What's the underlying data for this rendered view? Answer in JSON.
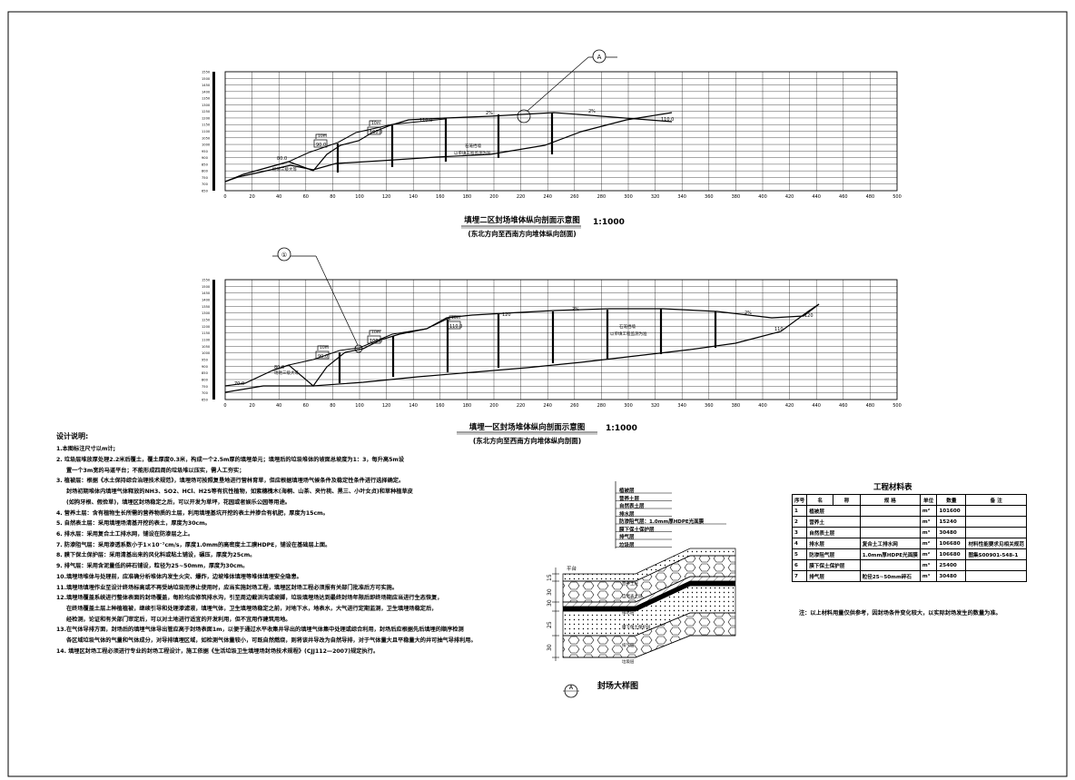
{
  "upper_section": {
    "title": "填埋二区封场堆体纵向剖面示意图",
    "subtitle": "(东北方向至西南方向堆体纵向剖面)",
    "scale": "1:1000",
    "detail_callout": "A",
    "y_ticks": [
      "1550",
      "1500",
      "1450",
      "1400",
      "1350",
      "1300",
      "1250",
      "1200",
      "1150",
      "1100",
      "1050",
      "1000",
      "950",
      "900",
      "850",
      "800",
      "750",
      "700",
      "650"
    ],
    "x_ticks": [
      "0",
      "20",
      "40",
      "60",
      "80",
      "100",
      "120",
      "140",
      "160",
      "180",
      "200",
      "220",
      "240",
      "260",
      "280",
      "300",
      "320",
      "340",
      "360",
      "380",
      "400",
      "420",
      "440",
      "460",
      "480",
      "500"
    ],
    "elevations": [
      "80.0",
      "90.0",
      "100.0",
      "110.0",
      "110.0"
    ],
    "berm_labels": [
      "10m",
      "10m",
      "10m"
    ],
    "slope_labels": [
      "2%",
      "2%"
    ],
    "annotations": [
      "石笼挡墙",
      "以单填工程监测为准",
      "场地三级大等"
    ]
  },
  "lower_section": {
    "title": "填埋一区封场堆体纵向剖面示意图",
    "subtitle": "(东北方向至西南方向堆体纵向剖面)",
    "scale": "1:1000",
    "detail_callout": "①",
    "y_ticks": [
      "1550",
      "1500",
      "1450",
      "1400",
      "1350",
      "1300",
      "1250",
      "1200",
      "1150",
      "1100",
      "1050",
      "1000",
      "950",
      "900",
      "850",
      "800",
      "750",
      "700",
      "650"
    ],
    "x_ticks": [
      "0",
      "20",
      "40",
      "60",
      "80",
      "100",
      "120",
      "140",
      "160",
      "180",
      "200",
      "220",
      "240",
      "260",
      "280",
      "300",
      "320",
      "340",
      "360",
      "380",
      "400",
      "420",
      "440",
      "460",
      "480",
      "500"
    ],
    "elevations": [
      "70.0",
      "80.0",
      "90.0",
      "100.0",
      "110.0",
      "120",
      "110",
      "120"
    ],
    "berm_labels": [
      "10m",
      "10m",
      "10m"
    ],
    "slope_labels": [
      "2%",
      "2%"
    ],
    "annotations": [
      "石笼挡墙",
      "以单填工程监测为准",
      "场地三级大等"
    ]
  },
  "design_notes": {
    "heading": "设计说明:",
    "lines": [
      "1.本图标注尺寸以m计;",
      "2. 垃圾层堆放厚处理2.2米后覆土，覆土厚度0.3米，构成一个2.5m厚的填埋单元；填埋后的垃圾堆体的坡面总坡度为1：3，每升高5m设",
      "   置一个3m宽的马道平台；不能形成四周的垃圾堆以压实，需人工夯实；",
      "3. 植被层：根据《水土保持综合治理技术规范》，填埋场可按照复垦地进行营林育草，但应根据填埋场气候条件及稳定性条件进行选择确定。",
      "   封场初期堆体内填埋气体释放的NH3、SO2、HCl、H2S等有抗性植物，如紫穗槐木(海桐、山茶、夹竹桃、黑三、小叶女贞)和草种植草皮",
      "   (如狗牙根、假俭草)，填埋区封场稳定之后，可以开发为草坪，花园或者娱乐公园等用途。",
      "4. 营养土层：含有植物生长所需的营养物质的土层，利用填埋基坑开挖的表土并掺合有机肥，厚度为15cm。",
      "5. 自然表土层：采用填埋场清基开挖的表土，厚度为30cm。",
      "6. 排水层：采用复合土工排水网，铺设在防渗层之上。",
      "7. 防渗阻气层：采用渗透系数小于1×10⁻⁷cm/s，厚度1.0mm的高密度土工膜HDPE，铺设在基础层上面。",
      "8. 膜下保土保护层：采用清基出来的风化料或粘土铺设，碾压，厚度为25cm。",
      "9. 排气层：采用含泥量低的碎石铺设，粒径为25~50mm，厚度为30cm。",
      "10.填埋场堆体与处理前，应准确分析堆体内发生火灾、爆炸，边坡堆体填埋等堆体填埋安全隐患。",
      "11.填埋场填埋作业至设计终场标高或不再受纳垃圾而停止使用时，应当实施封场工程，填埋区封场工程必须报有关部门批准后方可实施。",
      "12.填埋场覆盖系统进行整体表面的封场覆盖，每阶均应修筑排水沟，引至周边截洪沟或坡脚，垃圾填埋场达到最终封场年限后即终场期应当进行生态恢复，",
      "   在终场覆盖土层上种植植被，继续引导和处理渗滤液，填埋气体，卫生填埋场稳定之前，对地下水，地表水，大气进行定期监测，卫生填埋场稳定后，",
      "   经检测，论证和有关部门审定后，可以对土地进行适宜的开发利用，但不宜用作建筑用地。",
      "13.在气体导排方面，封场后的填埋气体导出管应高于封场表面1m，以便于通过水平收集井导出的填埋气体集中处理或综合利用，封场后应根据先后填埋的顺序检测",
      "   各区域垃圾气体的气量和气体成分，对导排填埋区域，如检测气体量较小，可既自然燃烧，则将该井导改为自然导排，对于气体量大且平稳量大的井可抽气导排利用。",
      "14. 填埋区封场工程必须进行专业的封场工程设计，施工依据《生活垃圾卫生填埋场封场技术规程》(CJJ112—2007)规定执行。"
    ]
  },
  "seal_detail": {
    "title": "封场大样图",
    "callout": "A",
    "platform_label": "平台",
    "layers": [
      "植被层",
      "营养土层",
      "自然表土层",
      "排水层",
      "防渗阻气层：1.0mm厚HDPE光面膜",
      "膜下保土保护层",
      "排气层",
      "垃圾层"
    ],
    "dims": [
      "15",
      "30",
      "25",
      "30",
      "30"
    ]
  },
  "materials_table": {
    "title": "工程材料表",
    "headers": [
      "序号",
      "名",
      "称",
      "规 格",
      "单位",
      "数量",
      "备 注"
    ],
    "rows": [
      {
        "no": "1",
        "name": "植被层",
        "spec": "",
        "unit": "m²",
        "qty": "101600",
        "remark": ""
      },
      {
        "no": "2",
        "name": "营养土",
        "spec": "",
        "unit": "m³",
        "qty": "15240",
        "remark": ""
      },
      {
        "no": "3",
        "name": "自然表土层",
        "spec": "",
        "unit": "m³",
        "qty": "30480",
        "remark": ""
      },
      {
        "no": "4",
        "name": "排水层",
        "spec": "复合土工排水网",
        "unit": "m²",
        "qty": "106680",
        "remark": "材料性能要求见相关规范"
      },
      {
        "no": "5",
        "name": "防渗阻气层",
        "spec": "1.0mm厚HDPE光面膜",
        "unit": "m²",
        "qty": "106680",
        "remark": "图集S00901-548-1"
      },
      {
        "no": "6",
        "name": "膜下保土保护层",
        "spec": "",
        "unit": "m³",
        "qty": "25400",
        "remark": ""
      },
      {
        "no": "7",
        "name": "排气层",
        "spec": "粒径25~50mm碎石",
        "unit": "m³",
        "qty": "30480",
        "remark": ""
      }
    ],
    "note": "注：以上材料用量仅供参考，因封场条件变化较大，以实际封场发生的数量为准。"
  }
}
